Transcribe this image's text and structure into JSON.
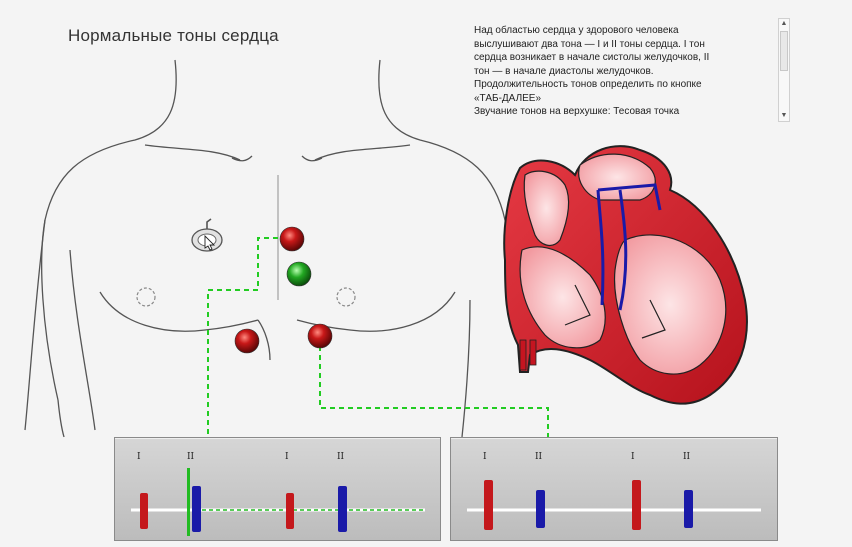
{
  "title": "Нормальные тоны сердца",
  "description": [
    "Над областью сердца у здорового человека",
    "выслушивают два тона — I и II тоны сердца. I тон",
    "сердца возникает в начале систолы желудочков, II",
    "тон — в начале диастолы желудочков.",
    "Продолжительность тонов определить по кнопке",
    "«ТАБ-ДАЛЕЕ»",
    "Звучание тонов на верхушке: Тесовая точка"
  ],
  "scrollbar": {
    "up_icon": "triangle-up-icon",
    "down_icon": "triangle-down-icon"
  },
  "auscultation_points": [
    {
      "name": "point-aortic",
      "color": "red",
      "active": false
    },
    {
      "name": "point-pulmonary",
      "color": "green",
      "active": true
    },
    {
      "name": "point-tricuspid",
      "color": "red",
      "active": false
    },
    {
      "name": "point-mitral",
      "color": "red",
      "active": false
    }
  ],
  "colors": {
    "line": "#22cc22",
    "marker_red": "#c4181c",
    "marker_blue": "#1a1aa8",
    "marker_green": "#22bb22",
    "heart": "#d81e2a"
  },
  "monitor_left": {
    "labels": [
      "I",
      "II",
      "I",
      "II"
    ],
    "markers": [
      "red",
      "blue",
      "red",
      "blue"
    ],
    "playhead_on": "II"
  },
  "monitor_right": {
    "labels": [
      "I",
      "II",
      "I",
      "II"
    ],
    "markers": [
      "red",
      "blue",
      "red",
      "blue"
    ]
  }
}
